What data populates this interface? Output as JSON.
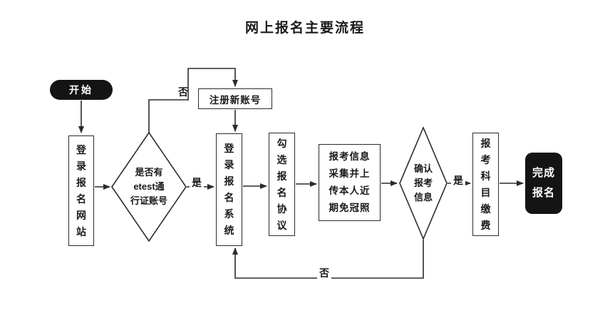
{
  "title": "网上报名主要流程",
  "colors": {
    "stroke": "#2b2b2b",
    "terminal_fill": "#141414",
    "background": "#ffffff"
  },
  "nodes": {
    "start": {
      "label": "开始"
    },
    "login_site": {
      "label": "登录报名网站"
    },
    "etest_check": {
      "label": "是否有\netest通\n行证账号"
    },
    "register": {
      "label": "注册新账号"
    },
    "login_system": {
      "label": "登录报名系统"
    },
    "agreement": {
      "label": "勾选报名协议"
    },
    "collect": {
      "label": "报考信息\n采集并上\n传本人近\n期免冠照"
    },
    "confirm": {
      "label": "确认\n报考\n信息"
    },
    "pay": {
      "label": "报考科目缴费"
    },
    "finish": {
      "label": "完成\n报名"
    }
  },
  "edge_labels": {
    "no_etest": "否",
    "yes_etest": "是",
    "yes_confirm": "是",
    "no_confirm": "否"
  }
}
